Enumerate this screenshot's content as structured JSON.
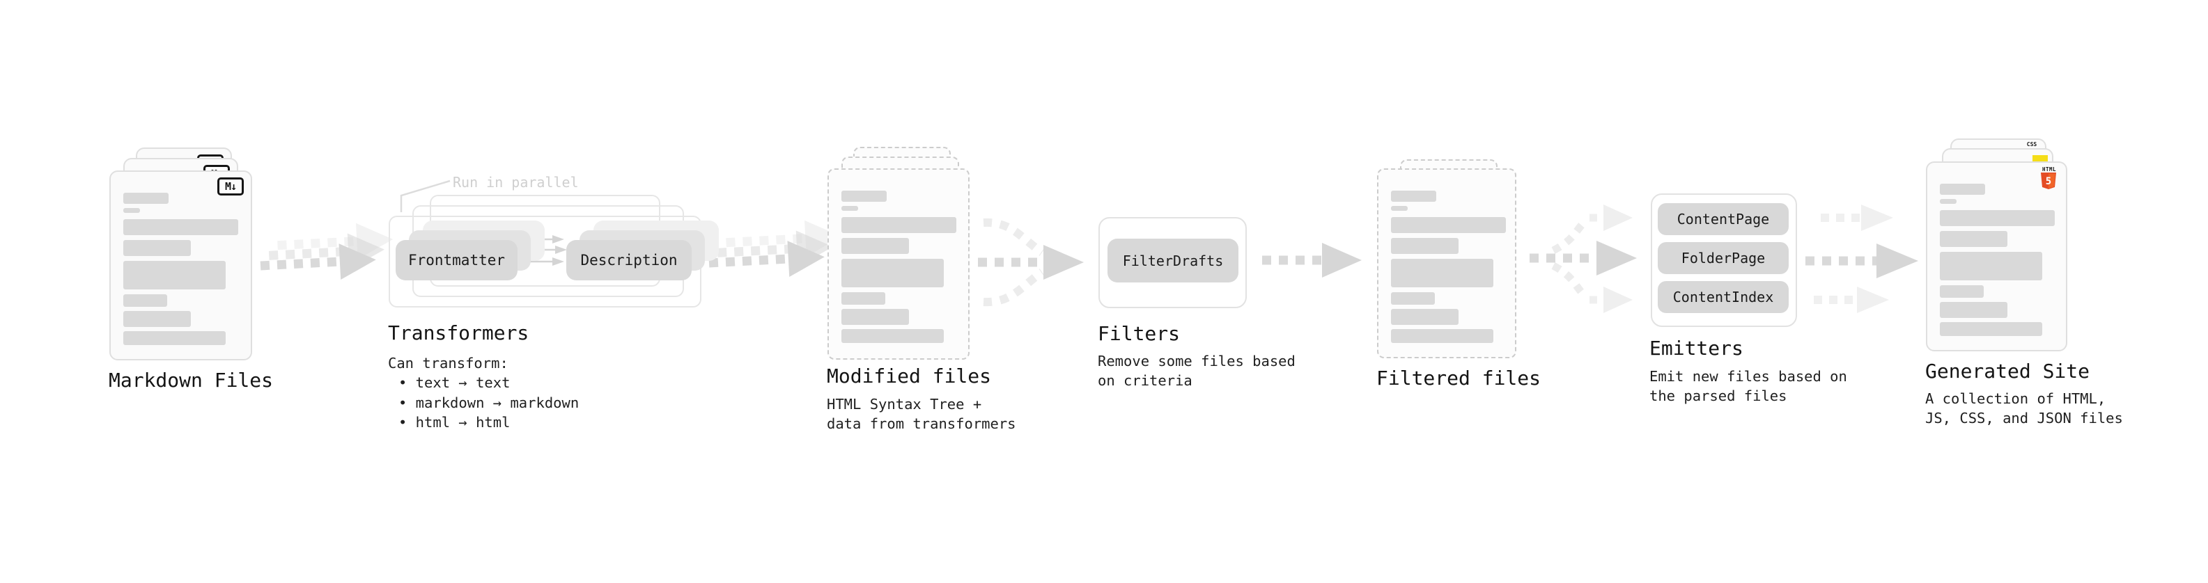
{
  "diagram": {
    "markdown_files": {
      "title": "Markdown Files",
      "md_icon": "M↓"
    },
    "transformers": {
      "title": "Transformers",
      "annotation": "Run in parallel",
      "transformer_a": "Frontmatter",
      "transformer_b": "Description",
      "note_heading": "Can transform:",
      "bullets": [
        "• text → text",
        "• markdown → markdown",
        "• html → html"
      ]
    },
    "modified_files": {
      "title": "Modified files",
      "subtitle": "HTML Syntax Tree +\ndata from transformers"
    },
    "filters": {
      "title": "Filters",
      "filter_name": "FilterDrafts",
      "subtitle": "Remove some files based\non criteria"
    },
    "filtered_files": {
      "title": "Filtered files"
    },
    "emitters": {
      "title": "Emitters",
      "pills": [
        "ContentPage",
        "FolderPage",
        "ContentIndex"
      ],
      "subtitle": "Emit new files based on\nthe parsed files"
    },
    "generated_site": {
      "title": "Generated Site",
      "subtitle": "A collection of HTML,\nJS, CSS, and JSON files",
      "css_badge": "CSS",
      "html_badge": "HTML",
      "html_number": "5"
    }
  },
  "colors": {
    "html5_orange": "#e44d26",
    "html5_orange_light": "#f16529",
    "js_yellow": "#f5de19",
    "css_blue": "#2b63e8",
    "pill_gray": "#d9d9d9",
    "bar_gray": "#d9d9d9",
    "arrow_gray": "#d9d9d9",
    "card_border": "#dfdfdf",
    "text": "#1b1b1b",
    "muted_annotation": "#cfcfcf"
  }
}
